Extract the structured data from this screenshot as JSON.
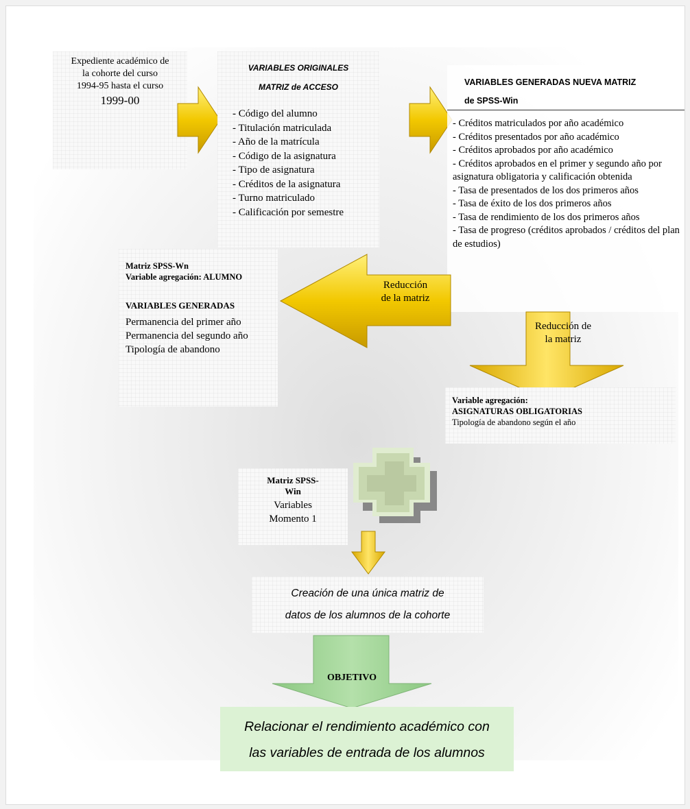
{
  "source_box": {
    "text": "Expediente académico de\nla cohorte del  curso\n1994-95 hasta el curso",
    "year": "1999-00"
  },
  "original_box": {
    "title_line1": "VARIABLES ORIGINALES",
    "title_line2": "MATRIZ de ACCESO",
    "items": [
      "- Código del alumno",
      "- Titulación matriculada",
      "- Año de la matrícula",
      "- Código de la asignatura",
      "- Tipo de asignatura",
      "- Créditos de la asignatura",
      "- Turno matriculado",
      "- Calificación por semestre"
    ]
  },
  "generated_box": {
    "title_line1": "VARIABLES GENERADAS NUEVA MATRIZ",
    "title_line2": "de SPSS-Win",
    "items": [
      "- Créditos matriculados por año académico",
      "- Créditos presentados por año académico",
      "- Créditos aprobados por año académico",
      "- Créditos aprobados en el primer y segundo año por asignatura obligatoria y calificación obtenida",
      "- Tasa de presentados de los dos primeros años",
      "- Tasa de éxito de los dos primeros años",
      "- Tasa de rendimiento de los dos primeros años",
      "- Tasa de progreso (créditos aprobados / créditos del plan de estudios)"
    ]
  },
  "reduction_left": {
    "label": "Reducción\nde la matriz"
  },
  "reduction_right": {
    "label": "Reducción de\nla matriz"
  },
  "alumno_box": {
    "line1": "Matriz SPSS-Wn",
    "line2": "Variable agregación: ALUMNO",
    "subtitle": "VARIABLES GENERADAS",
    "items": [
      "Permanencia del primer año",
      "Permanencia del segundo año",
      "Tipología de abandono"
    ]
  },
  "asignaturas_box": {
    "line1": "Variable agregación:",
    "line2": "ASIGNATURAS OBLIGATORIAS",
    "line3": "Tipología de abandono según el año"
  },
  "momento_box": {
    "title": "Matriz SPSS-\nWin",
    "text": "Variables\nMomento 1"
  },
  "creation_box": {
    "text": "Creación de una única matriz de\ndatos de los alumnos de la cohorte"
  },
  "objective_arrow": {
    "label": "OBJETIVO"
  },
  "goal_box": {
    "text": "Relacionar el rendimiento académico con\nlas variables de entrada de los alumnos"
  },
  "colors": {
    "gold": "#e6b800",
    "gold_light": "#ffe566",
    "green_light": "#d8f0d0",
    "green_arrow": "#9fd396"
  }
}
